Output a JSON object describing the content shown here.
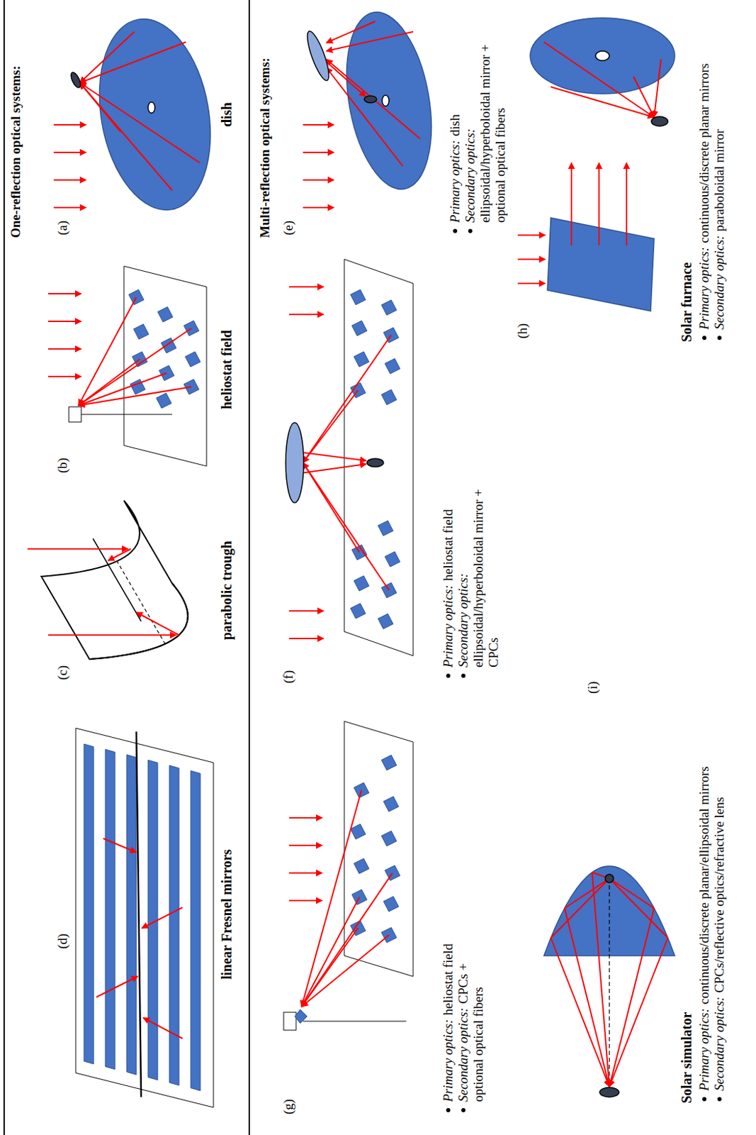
{
  "diagram": {
    "labels": [
      "One-reflection optical systems:",
      "(a)",
      "(b)",
      "(c)",
      "(d)",
      "dish",
      "heliostat field",
      "parabolic trough",
      "linear Fresnel mirrors",
      "Multi-reflection optical systems:",
      "(e)",
      "Primary optics:",
      "dish",
      "Secondary optics:",
      "ellipsoidal/hyperboloidal mirror + optional optical fibers",
      "(f)",
      "Primary optics:",
      "heliostat field",
      "Secondary optics:",
      "ellipsoidal/hyperboloidal mirror + CPCs",
      "(g)",
      "Primary optics:",
      "heliostat field",
      "Secondary optics:",
      "CPCs + optional optical fibers",
      "(h)",
      "Solar furnace",
      "Primary optics:",
      "continuous/discrete planar mirrors",
      "Secondary optics:",
      "paraboloidal mirror",
      "(i)",
      "Solar simulator",
      "Primary optics:",
      "continuous/discrete planar/ellipsoidal mirrors",
      "Secondary optics:",
      "CPCs/reflective optics/refractive lens"
    ]
  }
}
